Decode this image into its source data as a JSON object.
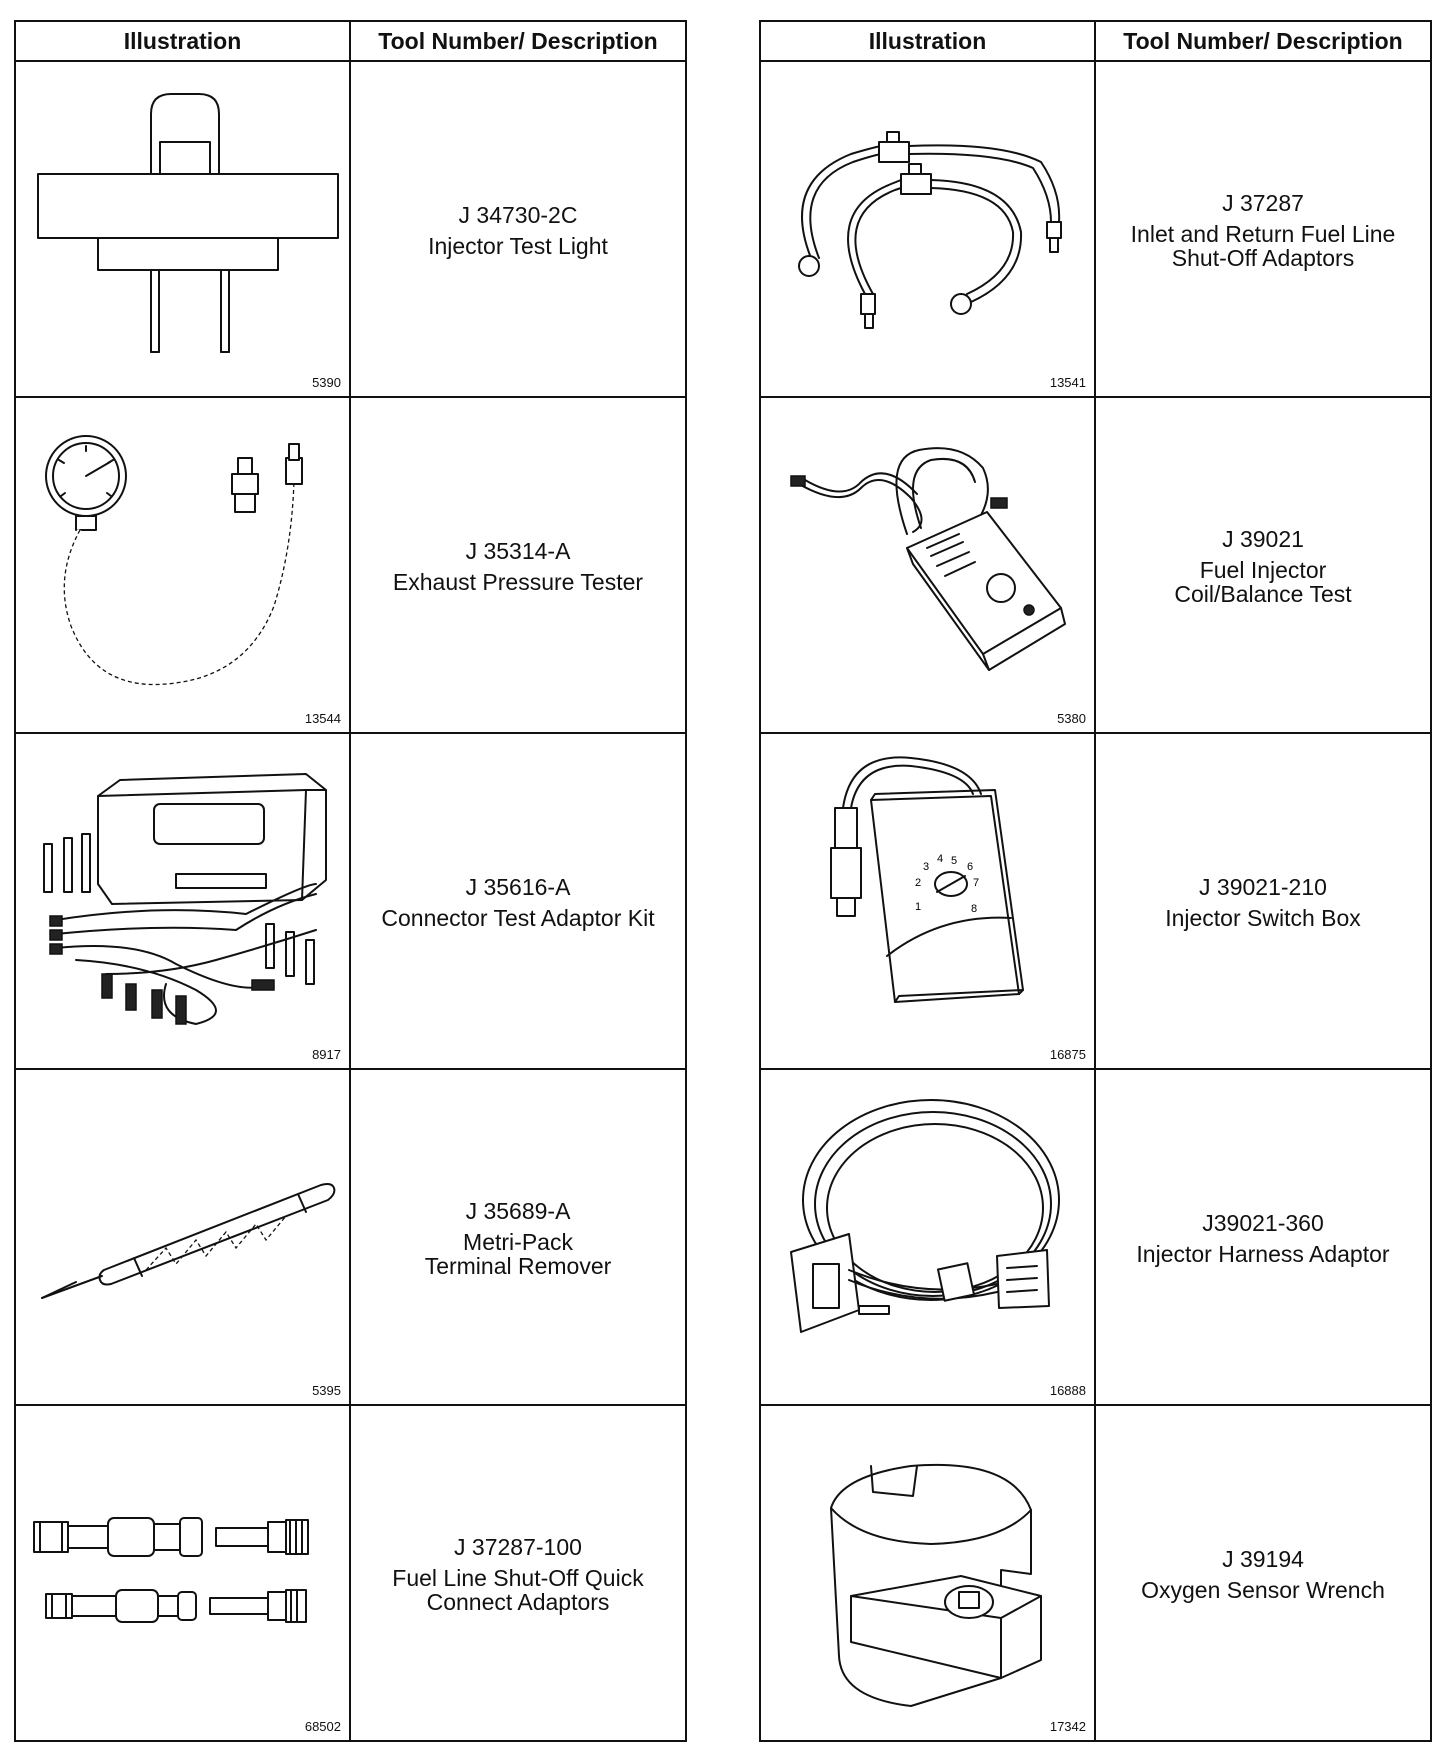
{
  "headers": {
    "illustration": "Illustration",
    "tool": "Tool Number/ Description"
  },
  "left": [
    {
      "fig": "5390",
      "number": "J 34730-2C",
      "desc1": "Injector Test Light",
      "desc2": ""
    },
    {
      "fig": "13544",
      "number": "J 35314-A",
      "desc1": "Exhaust Pressure Tester",
      "desc2": ""
    },
    {
      "fig": "8917",
      "number": "J 35616-A",
      "desc1": "Connector Test Adaptor Kit",
      "desc2": ""
    },
    {
      "fig": "5395",
      "number": "J 35689-A",
      "desc1": "Metri-Pack",
      "desc2": "Terminal Remover"
    },
    {
      "fig": "68502",
      "number": "J 37287-100",
      "desc1": "Fuel Line Shut-Off Quick",
      "desc2": "Connect Adaptors"
    }
  ],
  "right": [
    {
      "fig": "13541",
      "number": "J 37287",
      "desc1": "Inlet and Return Fuel Line",
      "desc2": "Shut-Off Adaptors"
    },
    {
      "fig": "5380",
      "number": "J 39021",
      "desc1": "Fuel Injector",
      "desc2": "Coil/Balance Test"
    },
    {
      "fig": "16875",
      "number": "J 39021-210",
      "desc1": "Injector Switch Box",
      "desc2": ""
    },
    {
      "fig": "16888",
      "number": "J39021-360",
      "desc1": "Injector Harness Adaptor",
      "desc2": ""
    },
    {
      "fig": "17342",
      "number": "J 39194",
      "desc1": "Oxygen Sensor Wrench",
      "desc2": ""
    }
  ],
  "switch_dial_numbers": [
    "1",
    "2",
    "3",
    "4",
    "5",
    "6",
    "7",
    "8"
  ]
}
